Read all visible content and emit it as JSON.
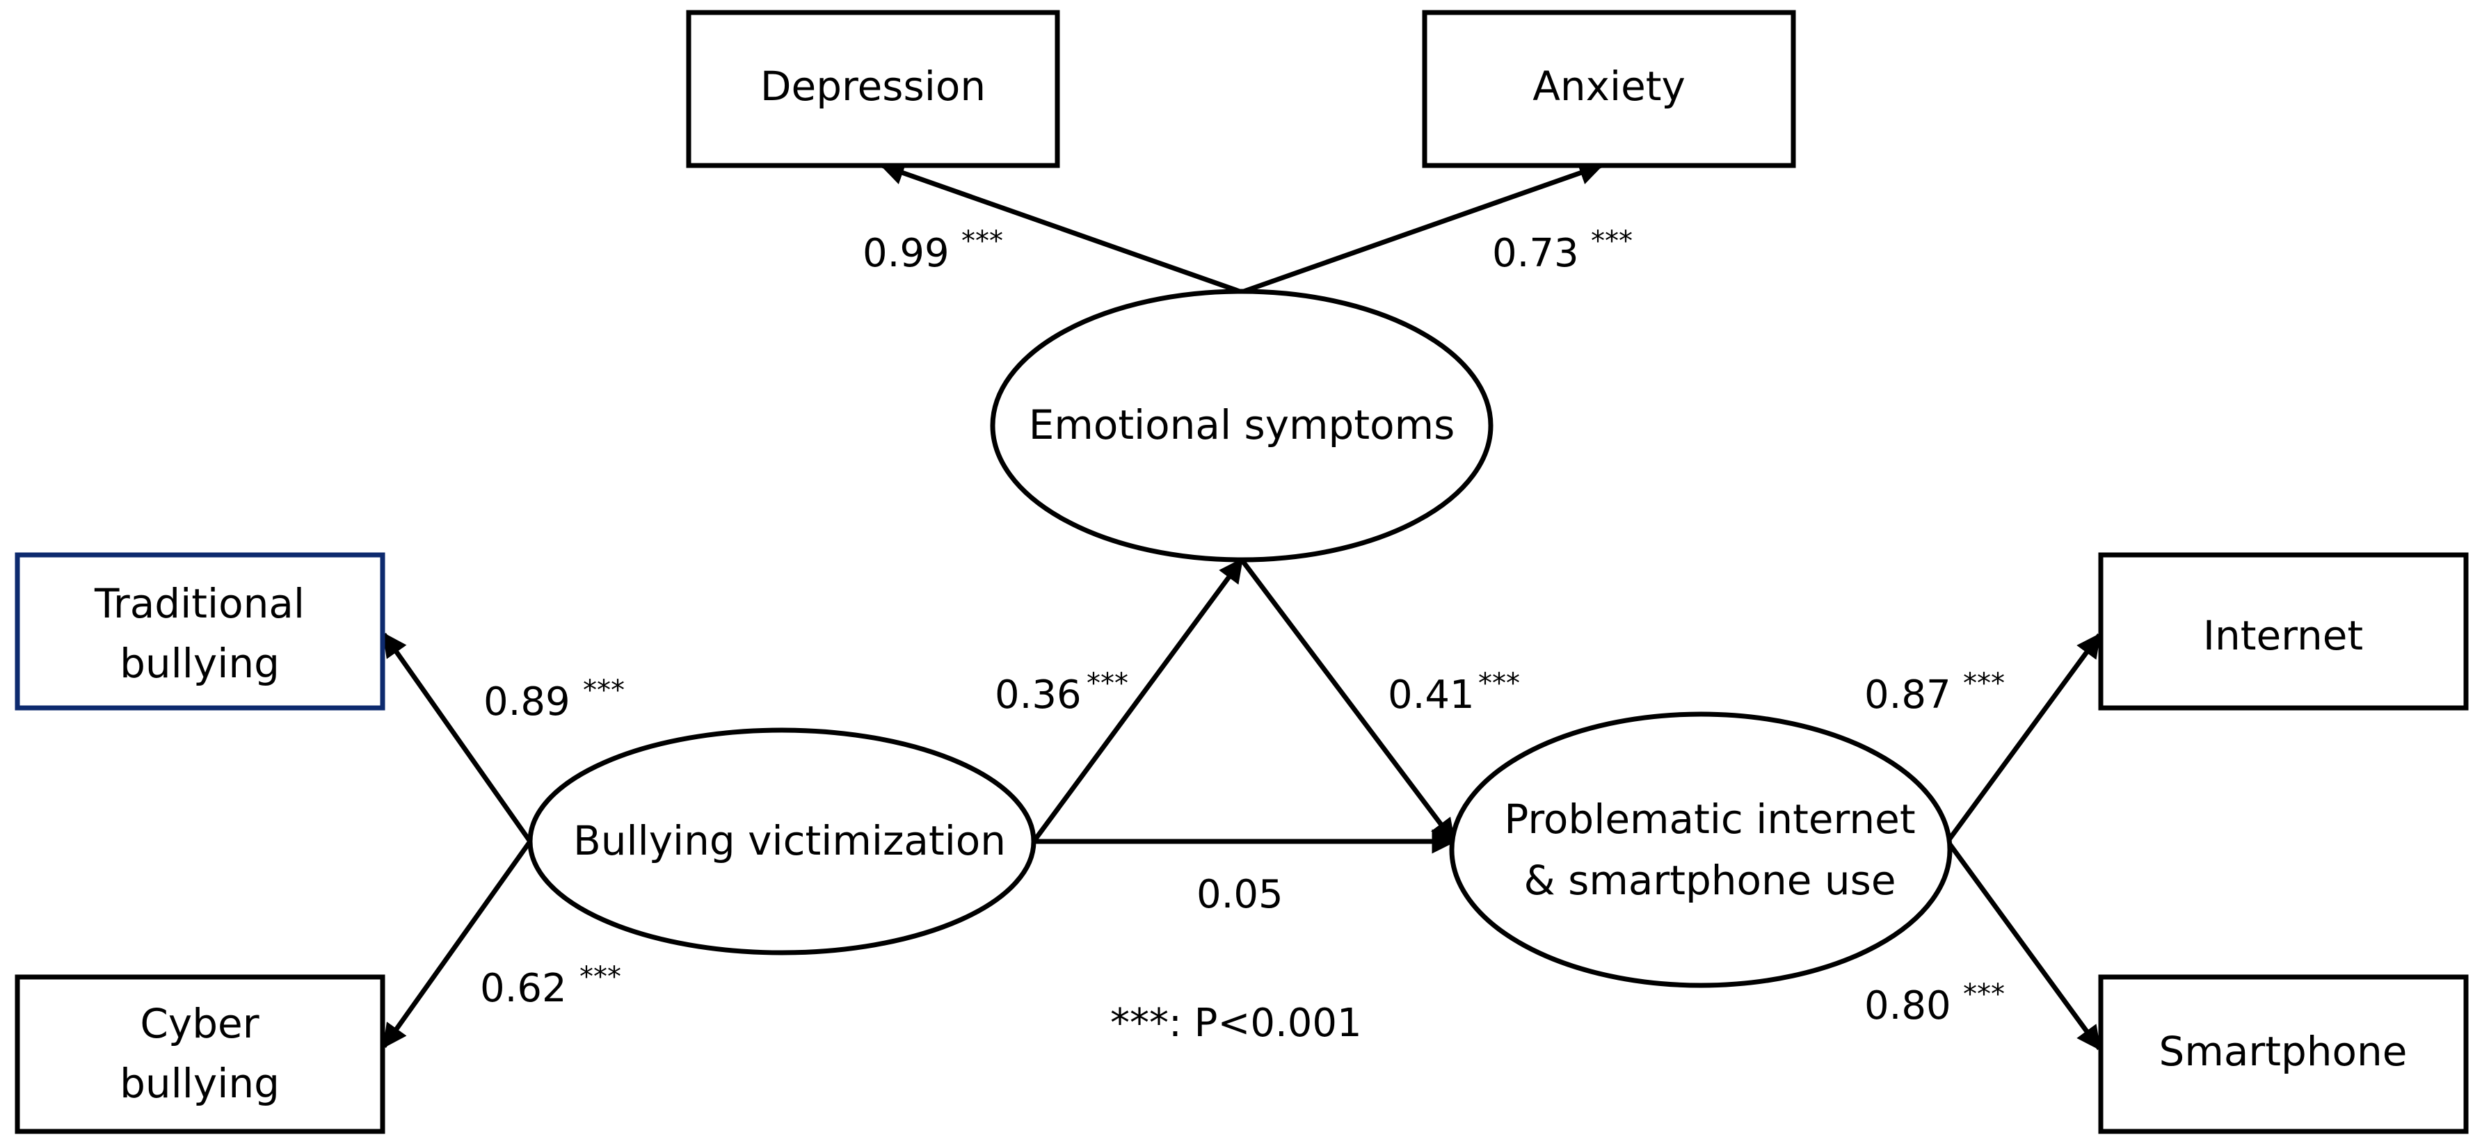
{
  "nodes": {
    "depression": "Depression",
    "anxiety": "Anxiety",
    "emotional": "Emotional symptoms",
    "traditional_1": "Traditional",
    "traditional_2": "bullying",
    "cyber_1": "Cyber",
    "cyber_2": "bullying",
    "bullying_victimization": "Bullying victimization",
    "problematic_1": "Problematic internet",
    "problematic_2": "& smartphone use",
    "internet": "Internet",
    "smartphone": "Smartphone"
  },
  "coefficients": {
    "depression": "0.99",
    "anxiety": "0.73",
    "traditional": "0.89",
    "cyber": "0.62",
    "bv_to_emotional": "0.36",
    "emotional_to_piu": "0.41",
    "bv_to_piu": "0.05",
    "internet": "0.87",
    "smartphone": "0.80"
  },
  "significance_marker": "***",
  "footnote": "***: P<0.001",
  "colors": {
    "traditional_box_border": "#0d2a6e"
  }
}
